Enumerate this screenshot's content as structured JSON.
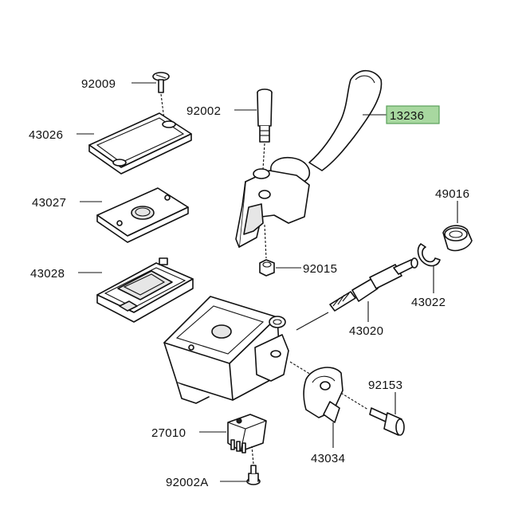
{
  "diagram": {
    "highlight_color": "#a8d8a0",
    "parts": [
      {
        "id": "92009",
        "label": "92009"
      },
      {
        "id": "43026",
        "label": "43026"
      },
      {
        "id": "43027",
        "label": "43027"
      },
      {
        "id": "43028",
        "label": "43028"
      },
      {
        "id": "92002",
        "label": "92002"
      },
      {
        "id": "13236",
        "label": "13236",
        "highlighted": true
      },
      {
        "id": "92015",
        "label": "92015"
      },
      {
        "id": "49016",
        "label": "49016"
      },
      {
        "id": "43022",
        "label": "43022"
      },
      {
        "id": "43020",
        "label": "43020"
      },
      {
        "id": "92153",
        "label": "92153"
      },
      {
        "id": "27010",
        "label": "27010"
      },
      {
        "id": "43034",
        "label": "43034"
      },
      {
        "id": "92002A",
        "label": "92002A"
      }
    ]
  }
}
